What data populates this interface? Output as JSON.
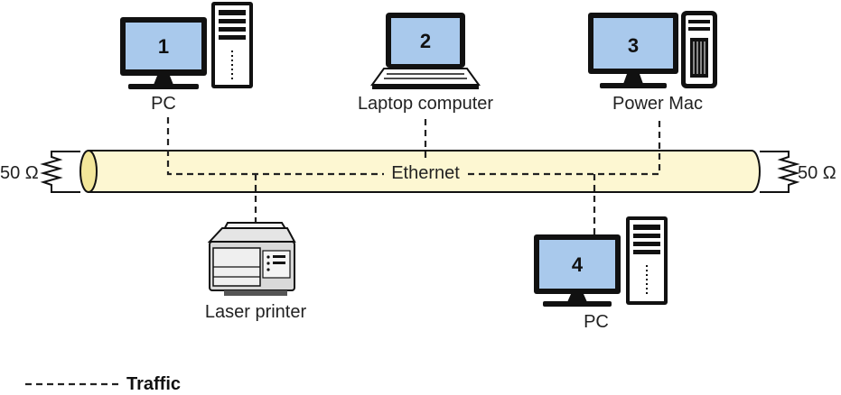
{
  "labels": {
    "pc_top": "PC",
    "laptop": "Laptop computer",
    "powermac": "Power Mac",
    "ethernet": "Ethernet",
    "term_left": "50 Ω",
    "term_right": "50 Ω",
    "printer": "Laser printer",
    "pc_bottom": "PC",
    "legend": "Traffic"
  },
  "numbers": {
    "n1": "1",
    "n2": "2",
    "n3": "3",
    "n4": "4"
  },
  "colors": {
    "cable_fill": "#fdf7d2",
    "screen_fill": "#a9c9ec",
    "outline": "#111111"
  }
}
